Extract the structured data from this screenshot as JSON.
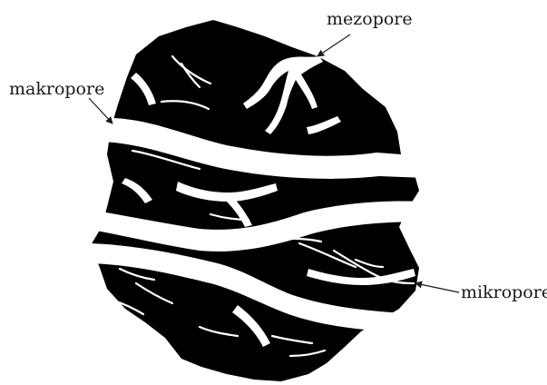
{
  "labels": {
    "mezopore": "mezopore",
    "makropore": "makropore",
    "mikropore": "mikropore"
  },
  "colors": {
    "aggregate": "#000000",
    "pore": "#ffffff",
    "text": "#1a1a1a",
    "arrow": "#1a1a1a"
  }
}
